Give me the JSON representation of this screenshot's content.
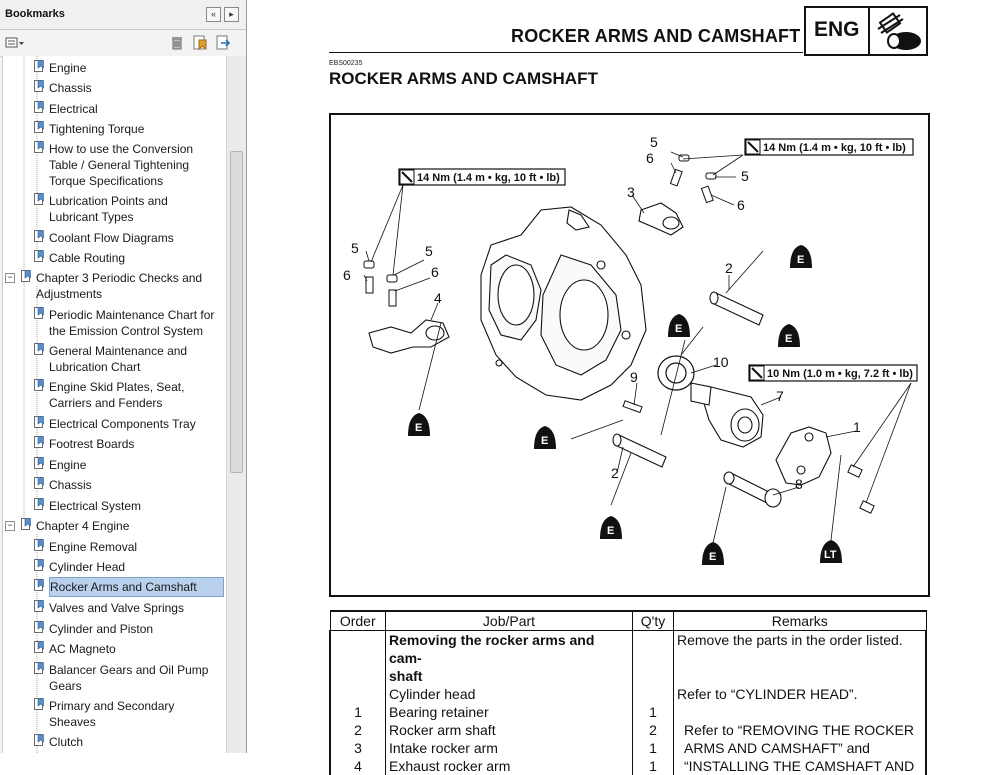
{
  "bookmarks_panel": {
    "title": "Bookmarks",
    "items": [
      {
        "label": "Engine",
        "level": 2
      },
      {
        "label": "Chassis",
        "level": 2
      },
      {
        "label": "Electrical",
        "level": 2
      },
      {
        "label": "Tightening Torque",
        "level": 2
      },
      {
        "label": "How to use the Conversion Table / General Tightening Torque Specifications",
        "lines": [
          "How to use the Conversion",
          "Table / General Tightening",
          "Torque Specifications"
        ],
        "level": 2
      },
      {
        "label": "Lubrication Points and Lubricant Types",
        "lines": [
          "Lubrication Points and",
          "Lubricant Types"
        ],
        "level": 2
      },
      {
        "label": "Coolant Flow Diagrams",
        "level": 2
      },
      {
        "label": "Cable Routing",
        "level": 2
      },
      {
        "label": "Chapter 3 Periodic Checks and Adjustments",
        "lines": [
          "Chapter 3 Periodic Checks and",
          "Adjustments"
        ],
        "level": 1,
        "expanded": true
      },
      {
        "label": "Periodic Maintenance Chart for the Emission Control System",
        "lines": [
          "Periodic Maintenance Chart for",
          "the Emission Control System"
        ],
        "level": 2
      },
      {
        "label": "General Maintenance and Lubrication Chart",
        "lines": [
          "General Maintenance and",
          "Lubrication Chart"
        ],
        "level": 2
      },
      {
        "label": "Engine Skid Plates, Seat, Carriers and Fenders",
        "lines": [
          "Engine Skid Plates, Seat,",
          "Carriers and Fenders"
        ],
        "level": 2
      },
      {
        "label": "Electrical Components Tray",
        "level": 2
      },
      {
        "label": "Footrest Boards",
        "level": 2
      },
      {
        "label": "Engine",
        "level": 2
      },
      {
        "label": "Chassis",
        "level": 2
      },
      {
        "label": "Electrical System",
        "level": 2
      },
      {
        "label": "Chapter 4 Engine",
        "level": 1,
        "expanded": true
      },
      {
        "label": "Engine Removal",
        "level": 2
      },
      {
        "label": "Cylinder Head",
        "level": 2
      },
      {
        "label": "Rocker Arms and Camshaft",
        "level": 2,
        "selected": true
      },
      {
        "label": "Valves and Valve Springs",
        "level": 2
      },
      {
        "label": "Cylinder and Piston",
        "level": 2
      },
      {
        "label": "AC Magneto",
        "level": 2
      },
      {
        "label": "Balancer Gears and Oil Pump Gears",
        "lines": [
          "Balancer Gears and Oil Pump",
          "Gears"
        ],
        "level": 2
      },
      {
        "label": "Primary and Secondary Sheaves",
        "lines": [
          "Primary and Secondary",
          "Sheaves"
        ],
        "level": 2
      },
      {
        "label": "Clutch",
        "level": 2
      }
    ]
  },
  "page": {
    "header_title": "ROCKER ARMS AND CAMSHAFT",
    "badge_text": "ENG",
    "badge_icon": "engine-icon",
    "doc_code": "EBS00235",
    "section_title": "ROCKER ARMS AND CAMSHAFT"
  },
  "diagram": {
    "torque_labels": [
      "14 Nm (1.4 m • kg, 10 ft • lb)",
      "14 Nm (1.4 m • kg, 10 ft • lb)",
      "10 Nm (1.0 m • kg, 7.2 ft • lb)"
    ],
    "callouts": [
      "5",
      "6",
      "3",
      "5",
      "6",
      "5",
      "6",
      "5",
      "6",
      "4",
      "2",
      "10",
      "9",
      "7",
      "1",
      "2",
      "8"
    ],
    "lube_symbol": "E",
    "locktite_symbol": "LT"
  },
  "table": {
    "headers": {
      "order": "Order",
      "job": "Job/Part",
      "qty": "Q'ty",
      "remarks": "Remarks"
    },
    "rows": [
      {
        "order": "",
        "job": "Removing the rocker arms and cam-",
        "qty": "",
        "remarks": "Remove the parts in the order listed."
      },
      {
        "order": "",
        "job": "shaft",
        "qty": "",
        "remarks": ""
      },
      {
        "order": "",
        "job": "Cylinder head",
        "qty": "",
        "remarks": "Refer to “CYLINDER HEAD”."
      },
      {
        "order": "1",
        "job": "Bearing retainer",
        "qty": "1",
        "remarks": ""
      },
      {
        "order": "2",
        "job": "Rocker arm shaft",
        "qty": "2",
        "remarks": "Refer to “REMOVING THE ROCKER"
      },
      {
        "order": "3",
        "job": "Intake rocker arm",
        "qty": "1",
        "remarks": "ARMS AND CAMSHAFT” and"
      },
      {
        "order": "4",
        "job": "Exhaust rocker arm",
        "qty": "1",
        "remarks": "“INSTALLING THE CAMSHAFT AND"
      }
    ]
  }
}
